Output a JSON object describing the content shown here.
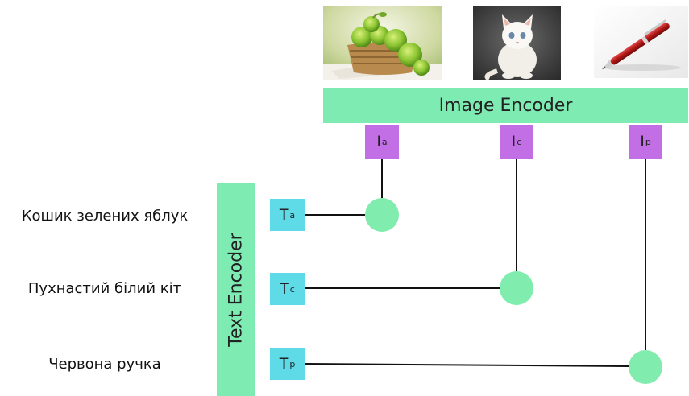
{
  "colors": {
    "encoder": "#7eecb2",
    "image_embedding": "#c26fe6",
    "text_embedding": "#5fdbe8",
    "match_dot": "#80ecad",
    "line": "#111111"
  },
  "images": [
    {
      "name": "apple-basket-photo",
      "embedding": "I",
      "subscript": "a"
    },
    {
      "name": "kitten-photo",
      "embedding": "I",
      "subscript": "c"
    },
    {
      "name": "pen-photo",
      "embedding": "I",
      "subscript": "p"
    }
  ],
  "image_encoder": {
    "label": "Image Encoder"
  },
  "text_encoder": {
    "label": "Text Encoder"
  },
  "captions": [
    {
      "text": "Кошик зелених яблук",
      "embedding": "T",
      "subscript": "a"
    },
    {
      "text": "Пухнастий білий кіт",
      "embedding": "T",
      "subscript": "c"
    },
    {
      "text": "Червона ручка",
      "embedding": "T",
      "subscript": "p"
    }
  ]
}
